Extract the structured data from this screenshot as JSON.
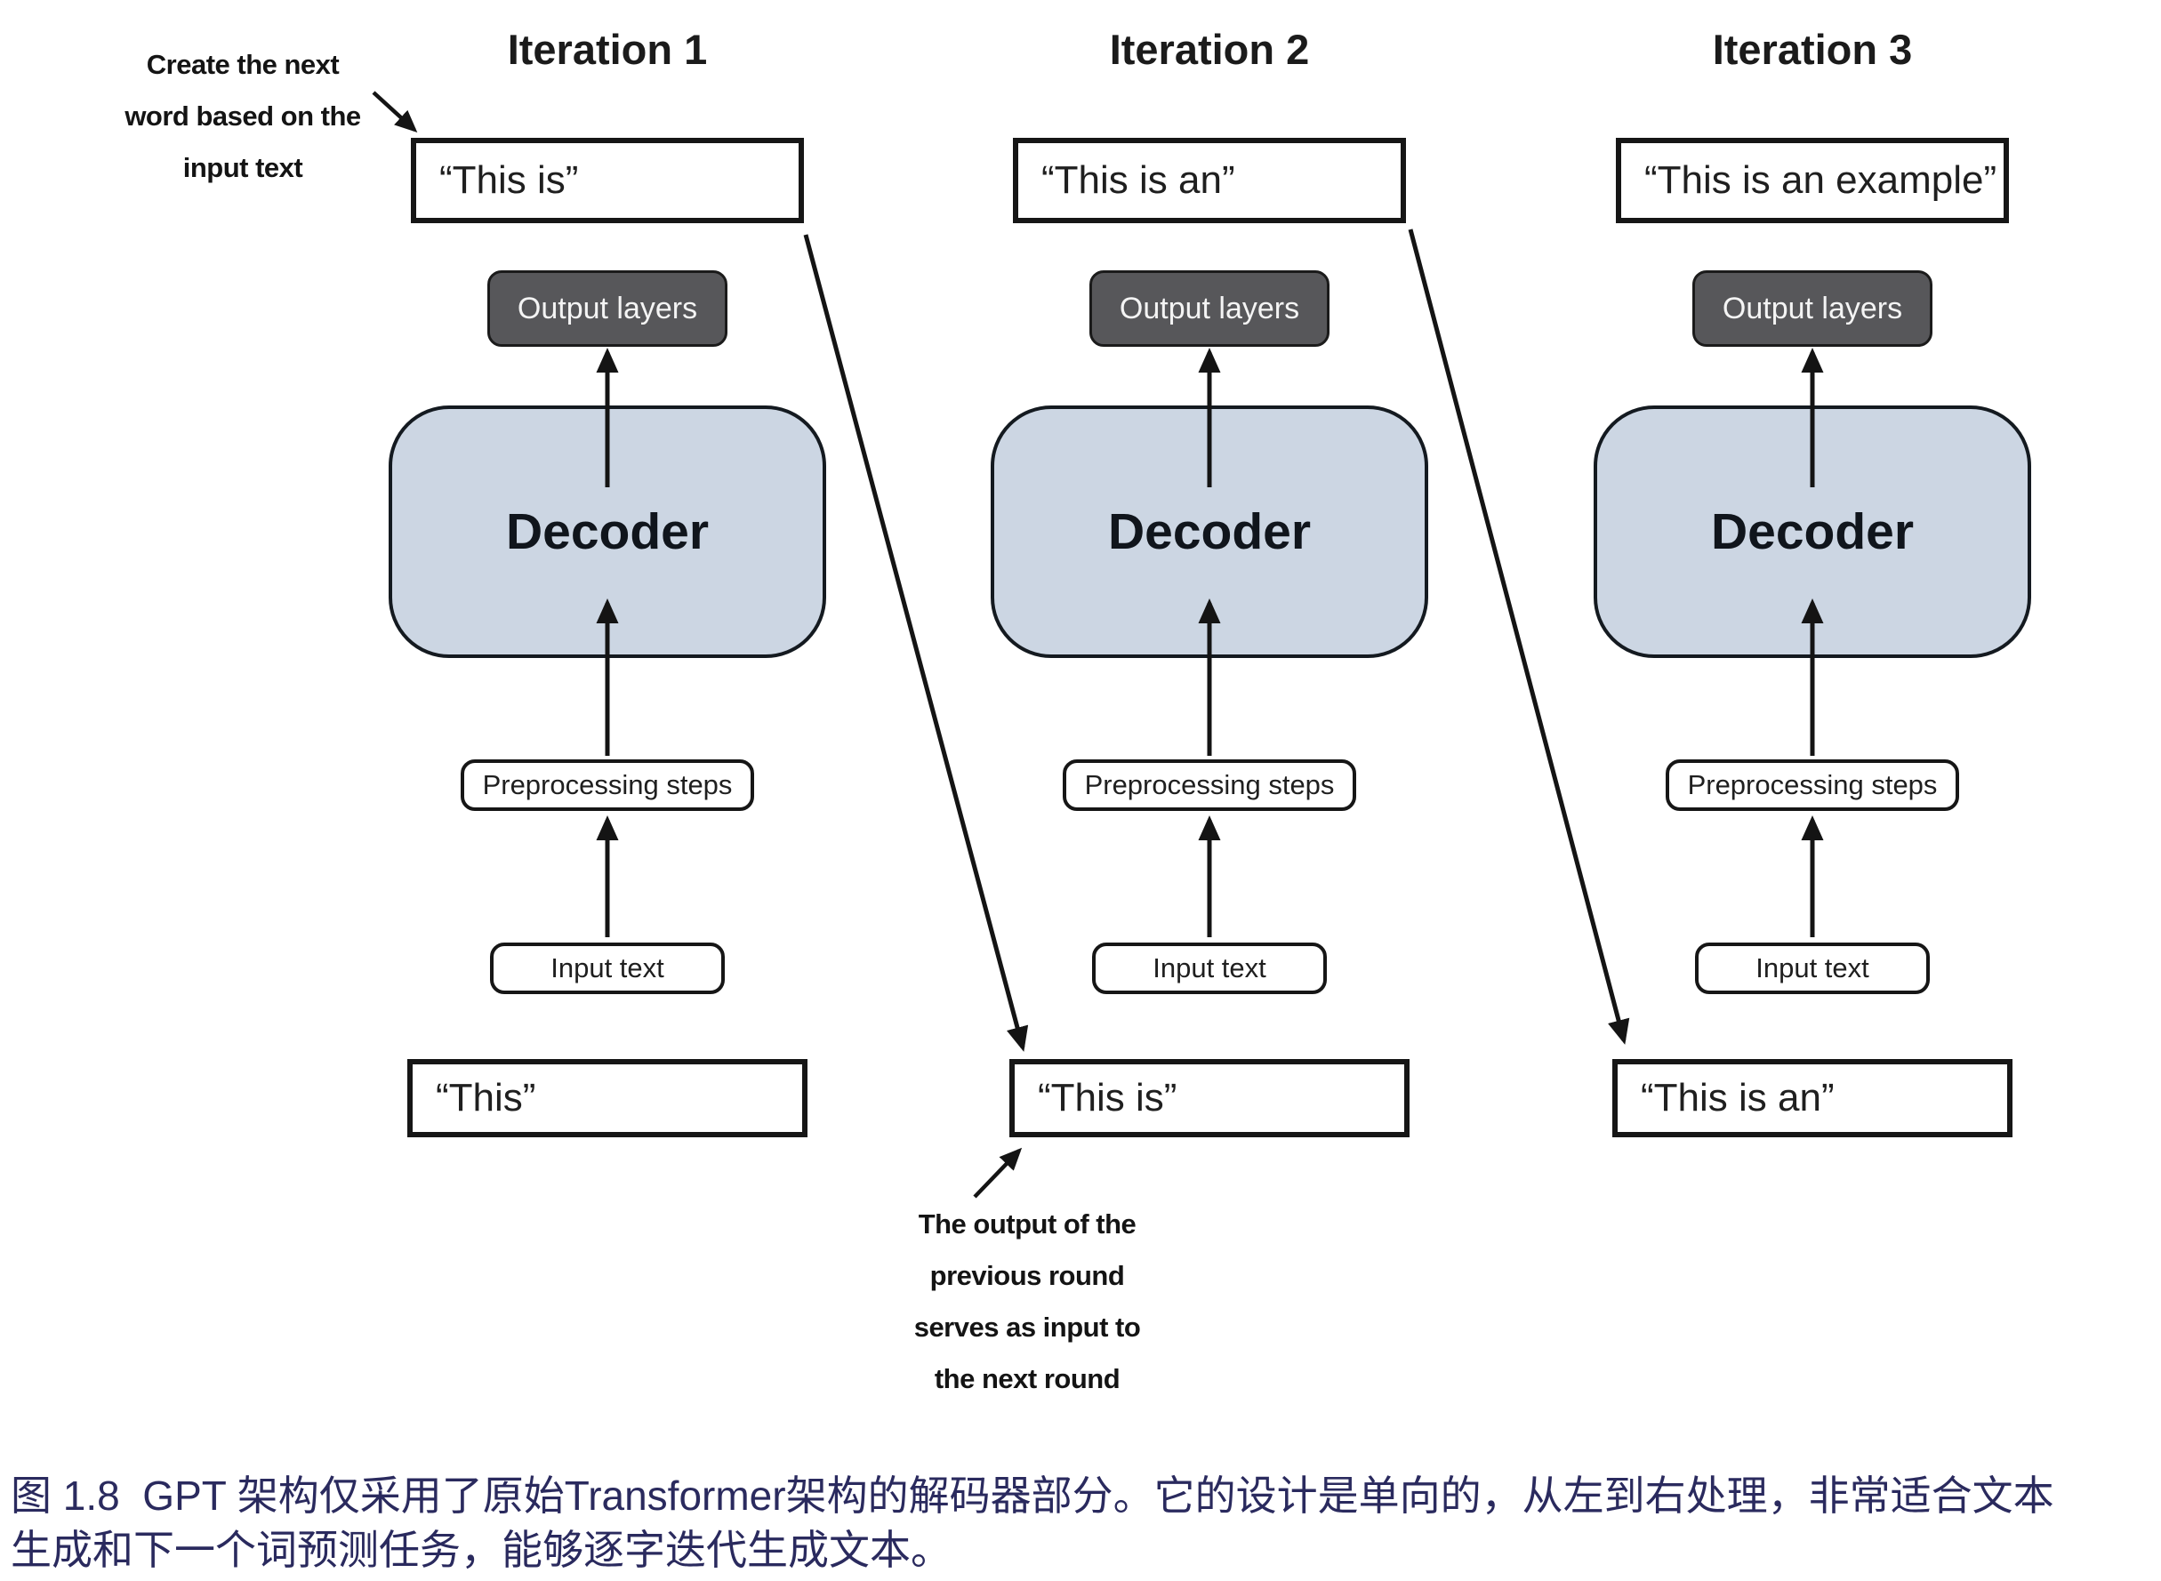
{
  "figure": {
    "caption_lines": [
      "图 1.8  GPT 架构仅采用了原始Transformer架构的解码器部分。它的设计是单向的，从左到右处理，非常适合文本",
      "生成和下一个词预测任务，能够逐字迭代生成文本。"
    ],
    "caption_color": "#2a2a5e"
  },
  "annotations": {
    "create_next_word": {
      "lines": [
        "Create the next",
        "word based on the",
        "input text"
      ]
    },
    "output_previous_round": {
      "lines": [
        "The output of the",
        "previous round",
        "serves as input to",
        "the next round"
      ]
    }
  },
  "iterations": [
    {
      "title": "Iteration 1",
      "output_text": "“This is”",
      "labels": {
        "output_layers": "Output layers",
        "decoder": "Decoder",
        "preprocessing": "Preprocessing steps",
        "input": "Input text"
      },
      "input_text": "“This”"
    },
    {
      "title": "Iteration 2",
      "output_text": "“This is an”",
      "labels": {
        "output_layers": "Output layers",
        "decoder": "Decoder",
        "preprocessing": "Preprocessing steps",
        "input": "Input text"
      },
      "input_text": "“This is”"
    },
    {
      "title": "Iteration 3",
      "output_text": "“This is an example”",
      "labels": {
        "output_layers": "Output layers",
        "decoder": "Decoder",
        "preprocessing": "Preprocessing steps",
        "input": "Input text"
      },
      "input_text": "“This is an”"
    }
  ],
  "colors": {
    "decoder_fill": "#ccd6e3",
    "decoder_border": "#141a20",
    "output_layers_fill": "#57575a",
    "output_layers_text": "#f4f4f4",
    "box_border": "#161616",
    "arrow": "#141414",
    "background": "#ffffff"
  }
}
